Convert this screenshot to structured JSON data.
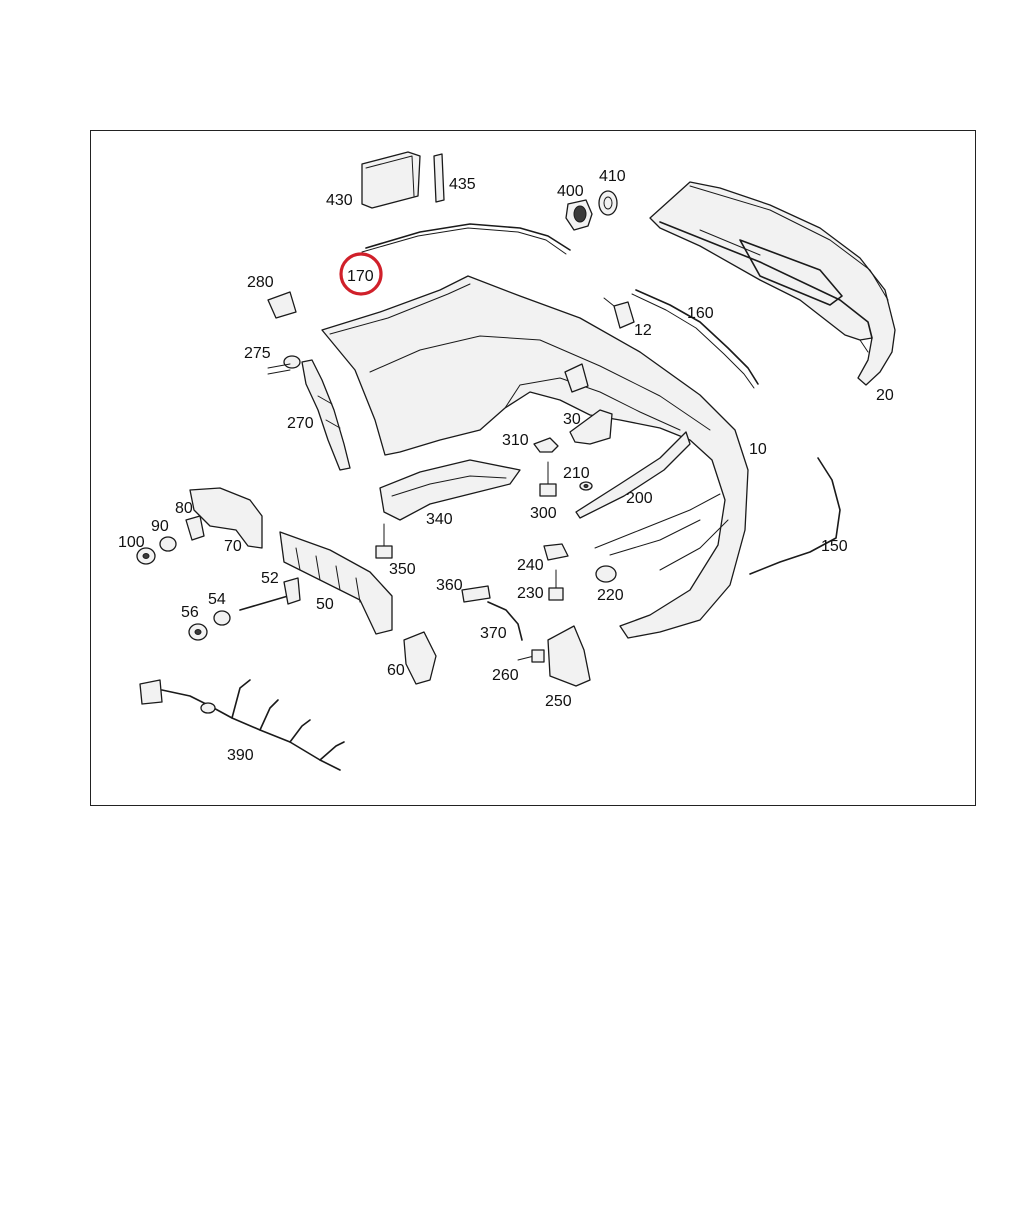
{
  "diagram": {
    "highlighted_part": "170",
    "highlight_color": "#d0202a",
    "callouts": [
      "430",
      "435",
      "400",
      "410",
      "170",
      "280",
      "275",
      "270",
      "12",
      "160",
      "20",
      "30",
      "310",
      "10",
      "210",
      "200",
      "300",
      "80",
      "90",
      "100",
      "70",
      "340",
      "150",
      "350",
      "240",
      "360",
      "230",
      "220",
      "52",
      "54",
      "56",
      "50",
      "370",
      "60",
      "260",
      "250",
      "390"
    ]
  }
}
